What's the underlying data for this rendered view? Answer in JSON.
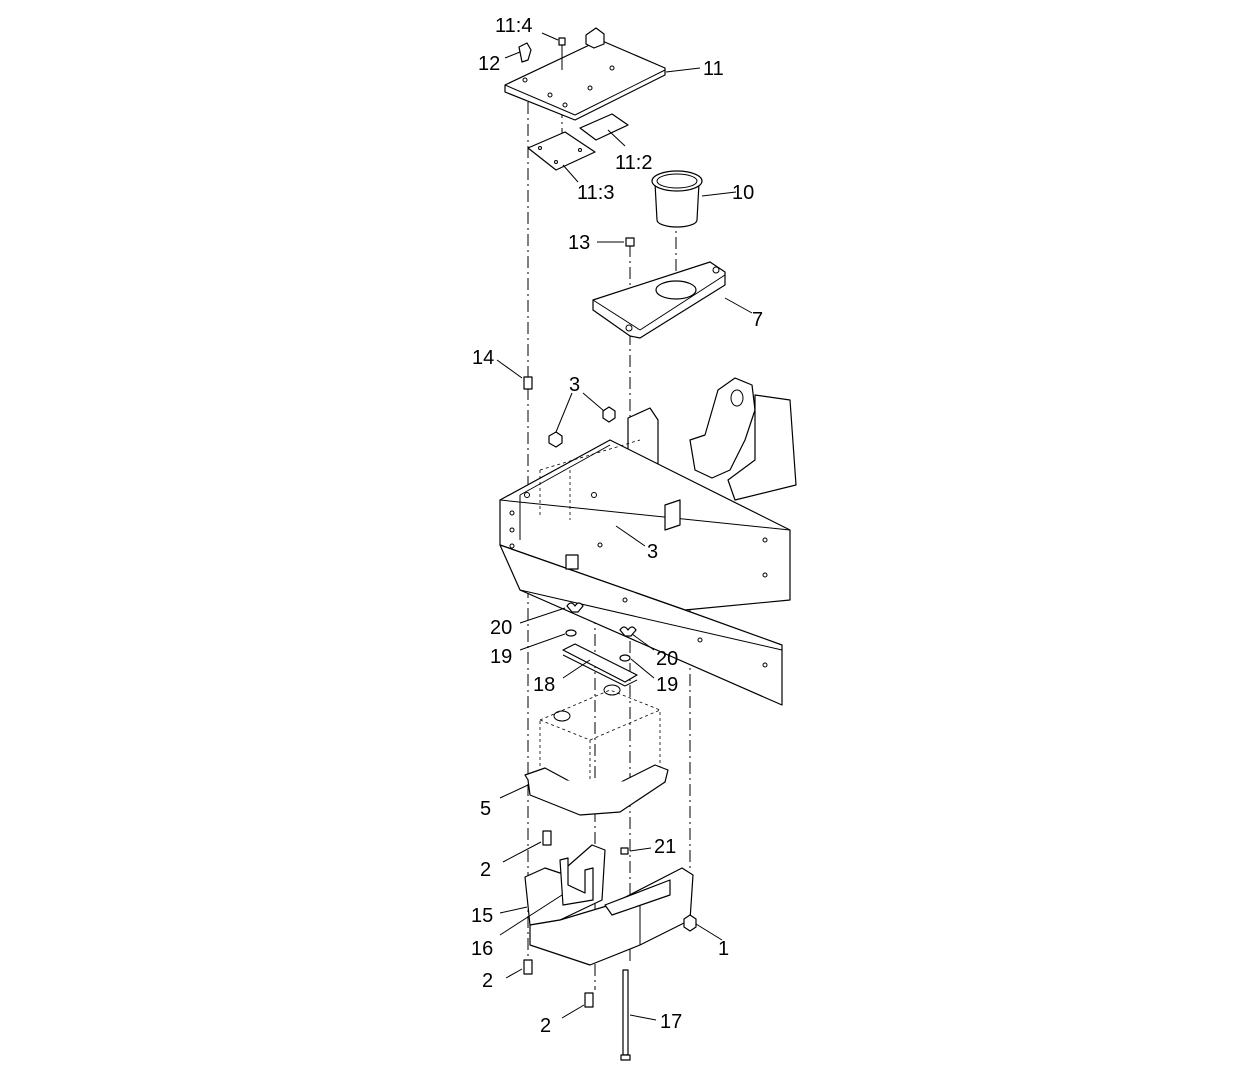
{
  "callouts": {
    "c11_4": "11:4",
    "c12": "12",
    "c11": "11",
    "c11_2": "11:2",
    "c11_3": "11:3",
    "c10": "10",
    "c13": "13",
    "c7": "7",
    "c14": "14",
    "c3a": "3",
    "c3b": "3",
    "c20a": "20",
    "c19a": "19",
    "c20b": "20",
    "c18": "18",
    "c19b": "19",
    "c5": "5",
    "c21": "21",
    "c2a": "2",
    "c15": "15",
    "c16": "16",
    "c1": "1",
    "c2b": "2",
    "c2c": "2",
    "c17": "17"
  }
}
